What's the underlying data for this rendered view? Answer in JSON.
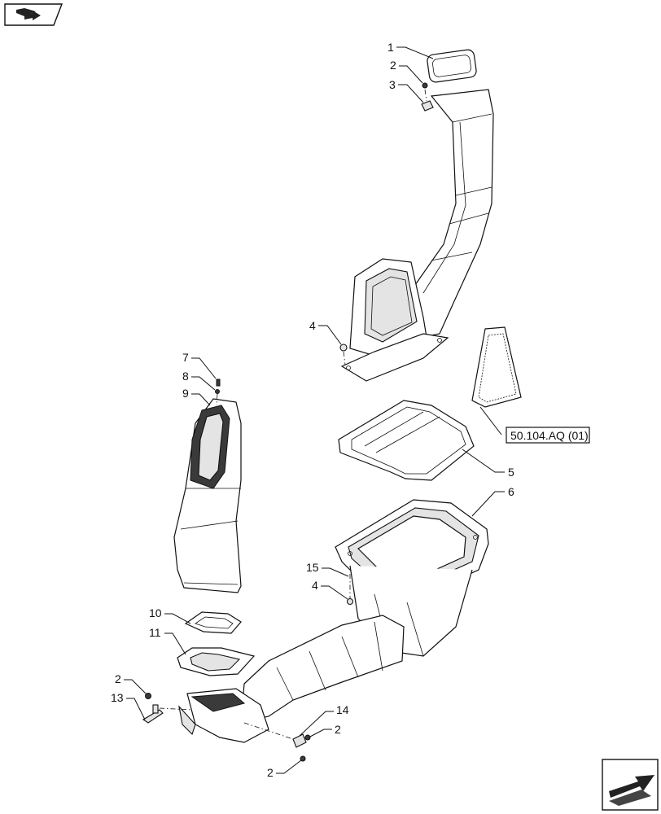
{
  "callouts": [
    {
      "id": "c1",
      "text": "1"
    },
    {
      "id": "c2a",
      "text": "2"
    },
    {
      "id": "c3",
      "text": "3"
    },
    {
      "id": "c4a",
      "text": "4"
    },
    {
      "id": "c7",
      "text": "7"
    },
    {
      "id": "c8",
      "text": "8"
    },
    {
      "id": "c9",
      "text": "9"
    },
    {
      "id": "c5",
      "text": "5"
    },
    {
      "id": "c6",
      "text": "6"
    },
    {
      "id": "c15",
      "text": "15"
    },
    {
      "id": "c4b",
      "text": "4"
    },
    {
      "id": "c10",
      "text": "10"
    },
    {
      "id": "c11",
      "text": "11"
    },
    {
      "id": "c2b",
      "text": "2"
    },
    {
      "id": "c13",
      "text": "13"
    },
    {
      "id": "c14",
      "text": "14"
    },
    {
      "id": "c2c",
      "text": "2"
    },
    {
      "id": "c2d",
      "text": "2"
    }
  ],
  "reference": {
    "label": "50.104.AQ (01)"
  },
  "icons": {
    "top_left": "book-with-arrow-icon",
    "bottom_right": "next-page-arrow-icon"
  }
}
